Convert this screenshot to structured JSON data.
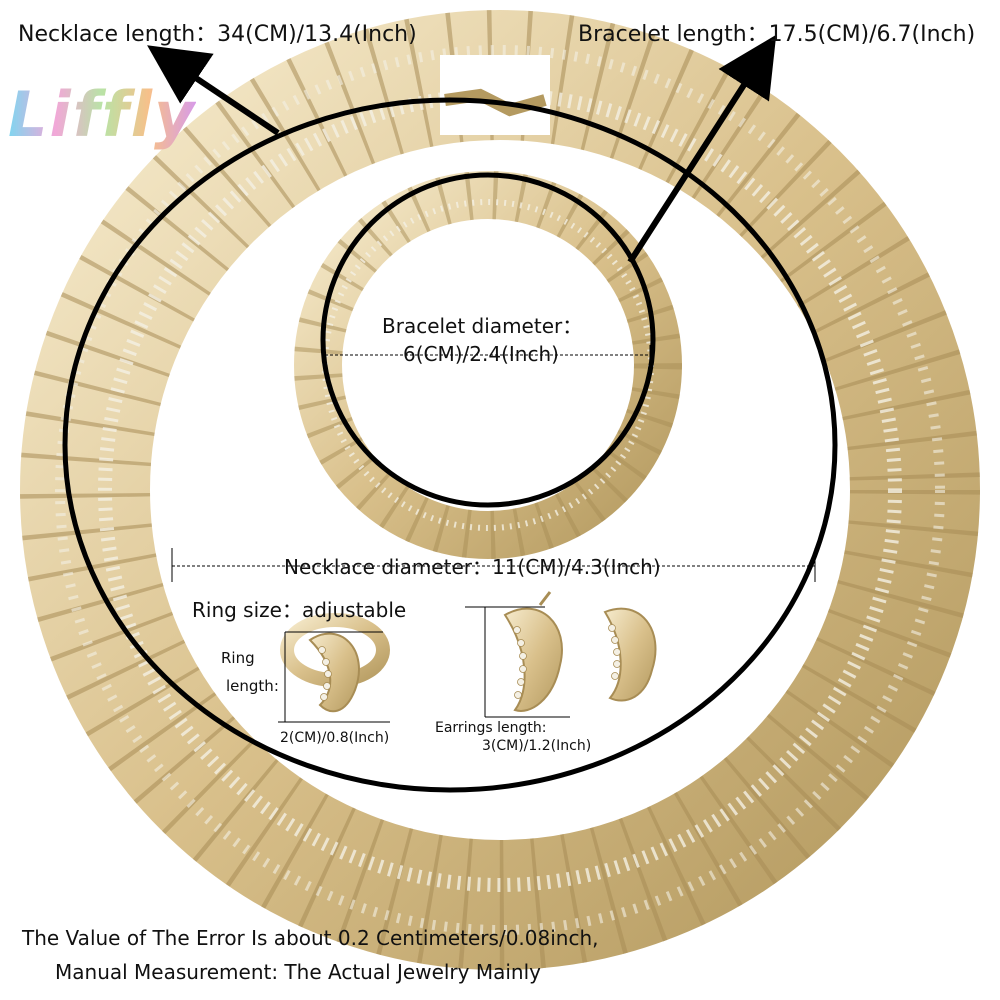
{
  "brand": {
    "logo_text": "Liffly"
  },
  "labels": {
    "necklace_length": "Necklace length：34(CM)/13.4(Inch)",
    "bracelet_length": "Bracelet length：17.5(CM)/6.7(Inch)",
    "bracelet_diameter_title": "Bracelet diameter：",
    "bracelet_diameter_value": "6(CM)/2.4(Inch)",
    "necklace_diameter": "Necklace diameter：11(CM)/4.3(Inch)",
    "ring_size": "Ring size：adjustable",
    "ring_length_1": "Ring",
    "ring_length_2": "length:",
    "ring_length_value": "2(CM)/0.8(Inch)",
    "earrings_length": "Earrings length:",
    "earrings_length_value": "3(CM)/1.2(Inch)"
  },
  "footer": {
    "line1": "The Value of The Error Is about 0.2 Centimeters/0.08inch,",
    "line2": "Manual Measurement:  The Actual Jewelry Mainly"
  },
  "colors": {
    "gold": "#d8c08a",
    "gold_dark": "#a88d55",
    "gold_light": "#f3e6c4"
  }
}
